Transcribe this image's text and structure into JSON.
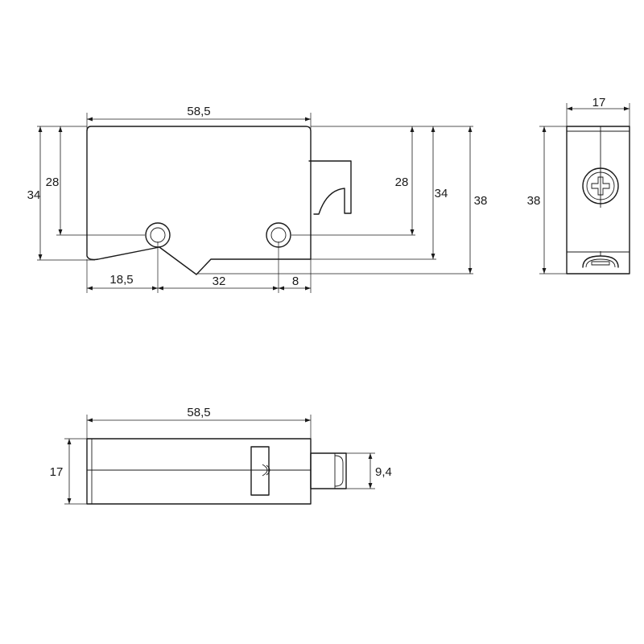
{
  "front_view": {
    "width_top": "58,5",
    "height_outer_left": "34",
    "height_inner_left": "28",
    "height_inner_right": "28",
    "height_right": "34",
    "height_total": "38",
    "hole_offset": "18,5",
    "hole_spacing": "32",
    "hole_to_edge": "8"
  },
  "side_view": {
    "width": "17",
    "height": "38"
  },
  "top_view": {
    "width": "58,5",
    "height": "17",
    "bolt_height": "9,4"
  }
}
